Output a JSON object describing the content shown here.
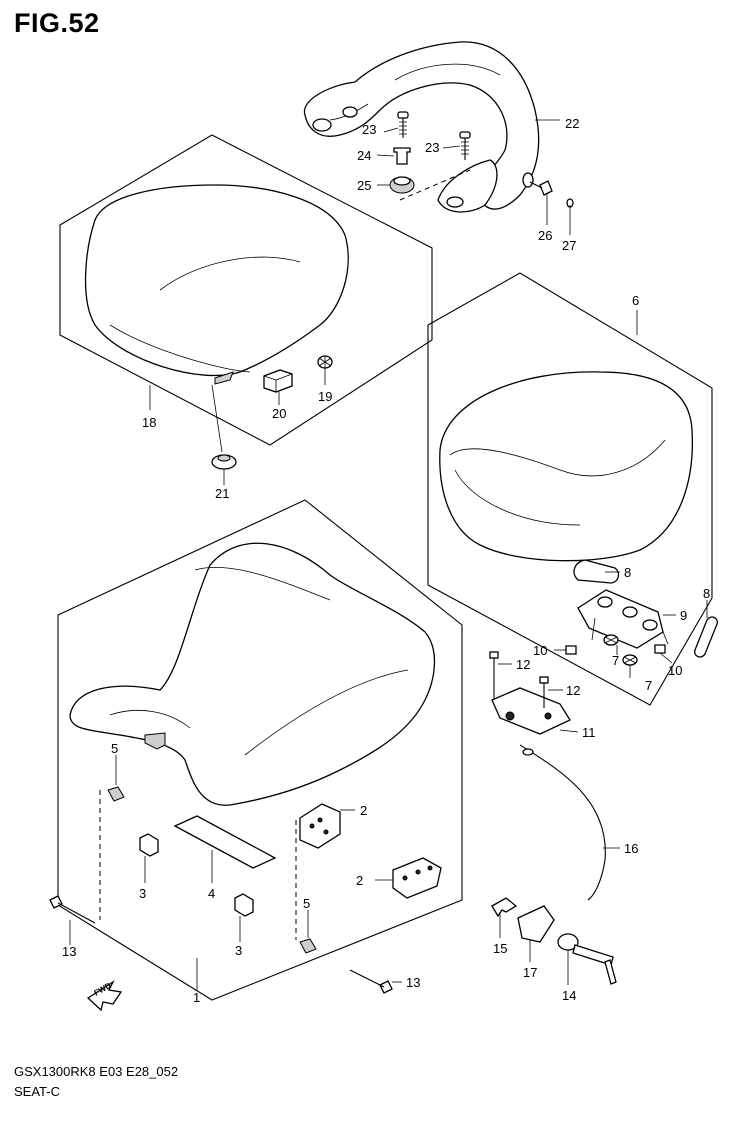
{
  "figure": {
    "title": "FIG.52",
    "code": "GSX1300RK8 E03 E28_052",
    "name": "SEAT-C"
  },
  "callouts": {
    "c1": "1",
    "c2a": "2",
    "c2b": "2",
    "c3a": "3",
    "c3b": "3",
    "c4": "4",
    "c5a": "5",
    "c5b": "5",
    "c6": "6",
    "c7a": "7",
    "c7b": "7",
    "c8a": "8",
    "c8b": "8",
    "c9": "9",
    "c10a": "10",
    "c10b": "10",
    "c11": "11",
    "c12a": "12",
    "c12b": "12",
    "c13a": "13",
    "c13b": "13",
    "c14": "14",
    "c15": "15",
    "c16": "16",
    "c17": "17",
    "c18": "18",
    "c19": "19",
    "c20": "20",
    "c21": "21",
    "c22": "22",
    "c23a": "23",
    "c23b": "23",
    "c24": "24",
    "c25": "25",
    "c26": "26",
    "c27": "27"
  },
  "direction_marker": "FWD"
}
